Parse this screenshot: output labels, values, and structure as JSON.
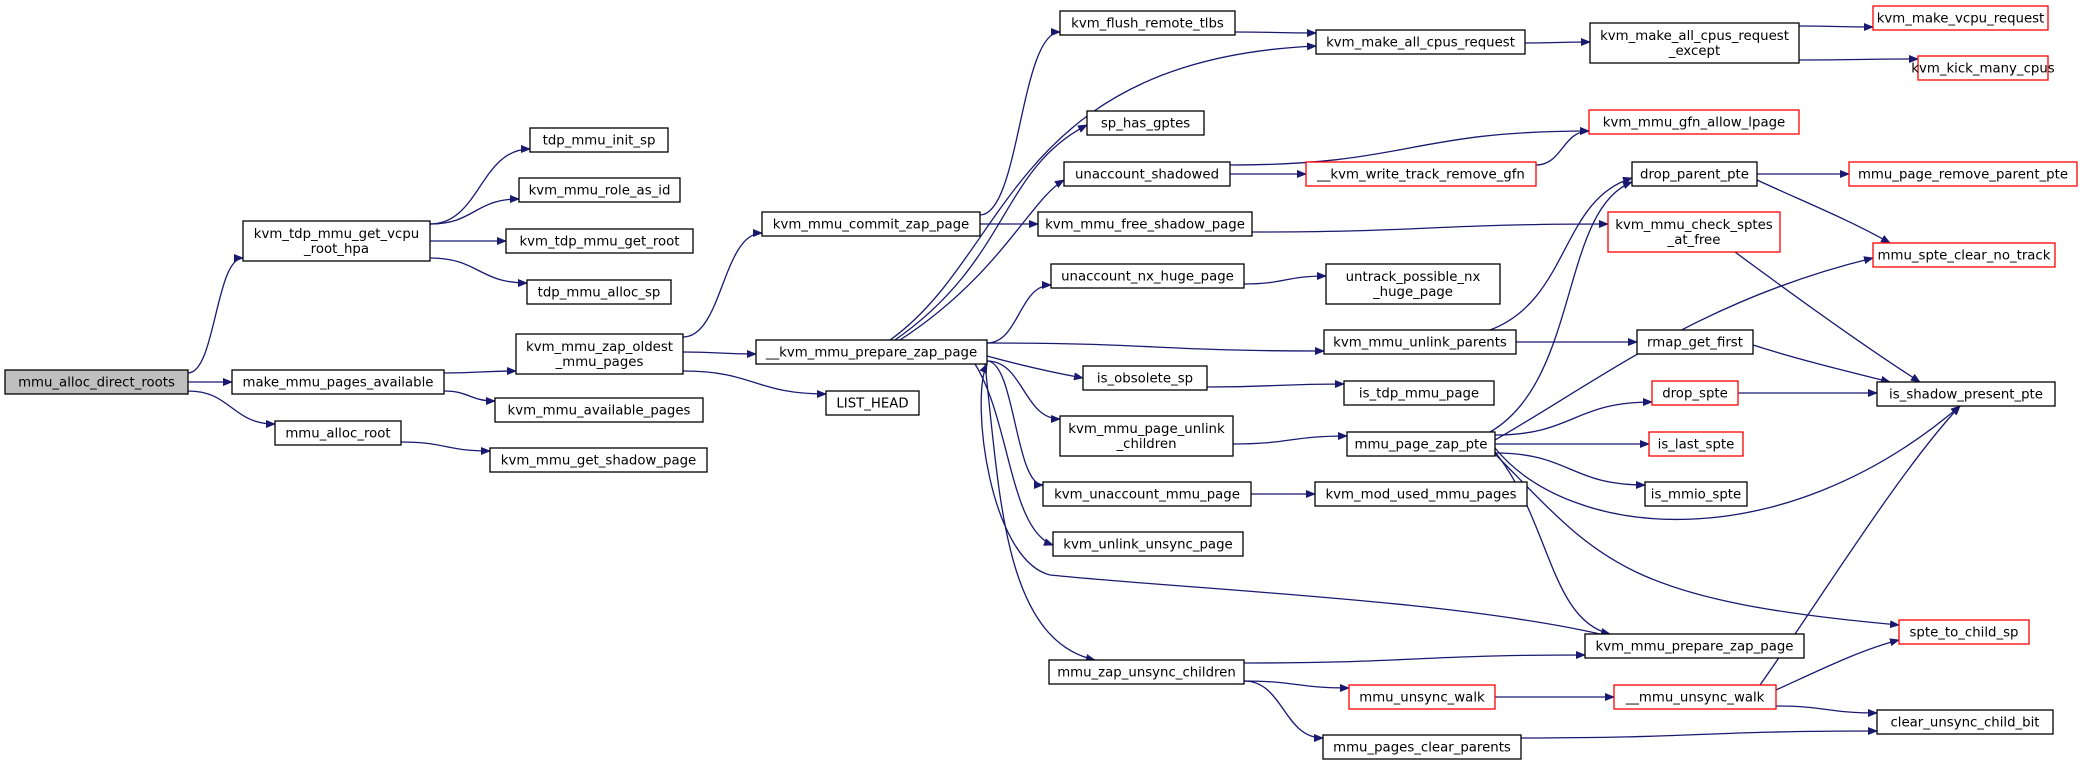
{
  "colors": {
    "edge": "#191970",
    "border_default": "#000000",
    "border_external": "#ff0000",
    "root_fill": "#bfbfbf",
    "background": "#ffffff"
  },
  "nodes": [
    {
      "id": "mmu_alloc_direct_roots",
      "lines": [
        "mmu_alloc_direct_roots"
      ],
      "root": true
    },
    {
      "id": "kvm_tdp_mmu_get_vcpu_root_hpa",
      "lines": [
        "kvm_tdp_mmu_get_vcpu",
        "_root_hpa"
      ]
    },
    {
      "id": "make_mmu_pages_available",
      "lines": [
        "make_mmu_pages_available"
      ]
    },
    {
      "id": "mmu_alloc_root",
      "lines": [
        "mmu_alloc_root"
      ]
    },
    {
      "id": "tdp_mmu_init_sp",
      "lines": [
        "tdp_mmu_init_sp"
      ]
    },
    {
      "id": "kvm_mmu_role_as_id",
      "lines": [
        "kvm_mmu_role_as_id"
      ]
    },
    {
      "id": "kvm_tdp_mmu_get_root",
      "lines": [
        "kvm_tdp_mmu_get_root"
      ]
    },
    {
      "id": "tdp_mmu_alloc_sp",
      "lines": [
        "tdp_mmu_alloc_sp"
      ]
    },
    {
      "id": "kvm_mmu_zap_oldest_mmu_pages",
      "lines": [
        "kvm_mmu_zap_oldest",
        "_mmu_pages"
      ]
    },
    {
      "id": "kvm_mmu_available_pages",
      "lines": [
        "kvm_mmu_available_pages"
      ]
    },
    {
      "id": "kvm_mmu_get_shadow_page",
      "lines": [
        "kvm_mmu_get_shadow_page"
      ]
    },
    {
      "id": "kvm_mmu_commit_zap_page",
      "lines": [
        "kvm_mmu_commit_zap_page"
      ]
    },
    {
      "id": "__kvm_mmu_prepare_zap_page",
      "lines": [
        "__kvm_mmu_prepare_zap_page"
      ]
    },
    {
      "id": "LIST_HEAD",
      "lines": [
        "LIST_HEAD"
      ]
    },
    {
      "id": "kvm_flush_remote_tlbs",
      "lines": [
        "kvm_flush_remote_tlbs"
      ]
    },
    {
      "id": "sp_has_gptes",
      "lines": [
        "sp_has_gptes"
      ]
    },
    {
      "id": "unaccount_shadowed",
      "lines": [
        "unaccount_shadowed"
      ]
    },
    {
      "id": "kvm_mmu_free_shadow_page",
      "lines": [
        "kvm_mmu_free_shadow_page"
      ]
    },
    {
      "id": "unaccount_nx_huge_page",
      "lines": [
        "unaccount_nx_huge_page"
      ]
    },
    {
      "id": "is_obsolete_sp",
      "lines": [
        "is_obsolete_sp"
      ]
    },
    {
      "id": "kvm_mmu_page_unlink_children",
      "lines": [
        "kvm_mmu_page_unlink",
        "_children"
      ]
    },
    {
      "id": "kvm_unaccount_mmu_page",
      "lines": [
        "kvm_unaccount_mmu_page"
      ]
    },
    {
      "id": "kvm_unlink_unsync_page",
      "lines": [
        "kvm_unlink_unsync_page"
      ]
    },
    {
      "id": "mmu_zap_unsync_children",
      "lines": [
        "mmu_zap_unsync_children"
      ]
    },
    {
      "id": "kvm_make_all_cpus_request",
      "lines": [
        "kvm_make_all_cpus_request"
      ]
    },
    {
      "id": "__kvm_write_track_remove_gfn",
      "lines": [
        "__kvm_write_track_remove_gfn"
      ],
      "external": true
    },
    {
      "id": "untrack_possible_nx_huge_page",
      "lines": [
        "untrack_possible_nx",
        "_huge_page"
      ]
    },
    {
      "id": "kvm_mmu_unlink_parents",
      "lines": [
        "kvm_mmu_unlink_parents"
      ]
    },
    {
      "id": "is_tdp_mmu_page",
      "lines": [
        "is_tdp_mmu_page"
      ]
    },
    {
      "id": "mmu_page_zap_pte",
      "lines": [
        "mmu_page_zap_pte"
      ]
    },
    {
      "id": "kvm_mod_used_mmu_pages",
      "lines": [
        "kvm_mod_used_mmu_pages"
      ]
    },
    {
      "id": "mmu_unsync_walk",
      "lines": [
        "mmu_unsync_walk"
      ],
      "external": true
    },
    {
      "id": "mmu_pages_clear_parents",
      "lines": [
        "mmu_pages_clear_parents"
      ]
    },
    {
      "id": "kvm_make_all_cpus_request_except",
      "lines": [
        "kvm_make_all_cpus_request",
        "_except"
      ]
    },
    {
      "id": "kvm_mmu_gfn_allow_lpage",
      "lines": [
        "kvm_mmu_gfn_allow_lpage"
      ],
      "external": true
    },
    {
      "id": "drop_parent_pte",
      "lines": [
        "drop_parent_pte"
      ]
    },
    {
      "id": "kvm_mmu_check_sptes_at_free",
      "lines": [
        "kvm_mmu_check_sptes",
        "_at_free"
      ],
      "external": true
    },
    {
      "id": "rmap_get_first",
      "lines": [
        "rmap_get_first"
      ]
    },
    {
      "id": "drop_spte",
      "lines": [
        "drop_spte"
      ],
      "external": true
    },
    {
      "id": "is_last_spte",
      "lines": [
        "is_last_spte"
      ],
      "external": true
    },
    {
      "id": "is_mmio_spte",
      "lines": [
        "is_mmio_spte"
      ]
    },
    {
      "id": "kvm_mmu_prepare_zap_page",
      "lines": [
        "kvm_mmu_prepare_zap_page"
      ]
    },
    {
      "id": "__mmu_unsync_walk",
      "lines": [
        "__mmu_unsync_walk"
      ],
      "external": true
    },
    {
      "id": "kvm_make_vcpu_request",
      "lines": [
        "kvm_make_vcpu_request"
      ],
      "external": true
    },
    {
      "id": "kvm_kick_many_cpus",
      "lines": [
        "kvm_kick_many_cpus"
      ],
      "external": true
    },
    {
      "id": "mmu_page_remove_parent_pte",
      "lines": [
        "mmu_page_remove_parent_pte"
      ],
      "external": true
    },
    {
      "id": "mmu_spte_clear_no_track",
      "lines": [
        "mmu_spte_clear_no_track"
      ],
      "external": true
    },
    {
      "id": "is_shadow_present_pte",
      "lines": [
        "is_shadow_present_pte"
      ]
    },
    {
      "id": "spte_to_child_sp",
      "lines": [
        "spte_to_child_sp"
      ],
      "external": true
    },
    {
      "id": "clear_unsync_child_bit",
      "lines": [
        "clear_unsync_child_bit"
      ]
    }
  ],
  "edges": [
    {
      "from": "mmu_alloc_direct_roots",
      "to": "kvm_tdp_mmu_get_vcpu_root_hpa"
    },
    {
      "from": "mmu_alloc_direct_roots",
      "to": "make_mmu_pages_available"
    },
    {
      "from": "mmu_alloc_direct_roots",
      "to": "mmu_alloc_root"
    },
    {
      "from": "kvm_tdp_mmu_get_vcpu_root_hpa",
      "to": "tdp_mmu_init_sp"
    },
    {
      "from": "kvm_tdp_mmu_get_vcpu_root_hpa",
      "to": "kvm_mmu_role_as_id"
    },
    {
      "from": "kvm_tdp_mmu_get_vcpu_root_hpa",
      "to": "kvm_tdp_mmu_get_root"
    },
    {
      "from": "kvm_tdp_mmu_get_vcpu_root_hpa",
      "to": "tdp_mmu_alloc_sp"
    },
    {
      "from": "make_mmu_pages_available",
      "to": "kvm_mmu_zap_oldest_mmu_pages"
    },
    {
      "from": "make_mmu_pages_available",
      "to": "kvm_mmu_available_pages"
    },
    {
      "from": "mmu_alloc_root",
      "to": "kvm_mmu_get_shadow_page"
    },
    {
      "from": "kvm_mmu_zap_oldest_mmu_pages",
      "to": "kvm_mmu_commit_zap_page"
    },
    {
      "from": "kvm_mmu_zap_oldest_mmu_pages",
      "to": "__kvm_mmu_prepare_zap_page"
    },
    {
      "from": "kvm_mmu_zap_oldest_mmu_pages",
      "to": "LIST_HEAD"
    },
    {
      "from": "kvm_mmu_commit_zap_page",
      "to": "kvm_flush_remote_tlbs"
    },
    {
      "from": "kvm_mmu_commit_zap_page",
      "to": "kvm_mmu_free_shadow_page"
    },
    {
      "from": "__kvm_mmu_prepare_zap_page",
      "to": "kvm_make_all_cpus_request"
    },
    {
      "from": "__kvm_mmu_prepare_zap_page",
      "to": "sp_has_gptes"
    },
    {
      "from": "__kvm_mmu_prepare_zap_page",
      "to": "unaccount_shadowed"
    },
    {
      "from": "__kvm_mmu_prepare_zap_page",
      "to": "unaccount_nx_huge_page"
    },
    {
      "from": "__kvm_mmu_prepare_zap_page",
      "to": "kvm_mmu_unlink_parents"
    },
    {
      "from": "__kvm_mmu_prepare_zap_page",
      "to": "is_obsolete_sp"
    },
    {
      "from": "__kvm_mmu_prepare_zap_page",
      "to": "kvm_mmu_page_unlink_children"
    },
    {
      "from": "__kvm_mmu_prepare_zap_page",
      "to": "kvm_unaccount_mmu_page"
    },
    {
      "from": "__kvm_mmu_prepare_zap_page",
      "to": "kvm_unlink_unsync_page"
    },
    {
      "from": "__kvm_mmu_prepare_zap_page",
      "to": "mmu_zap_unsync_children"
    },
    {
      "from": "kvm_flush_remote_tlbs",
      "to": "kvm_make_all_cpus_request"
    },
    {
      "from": "kvm_make_all_cpus_request",
      "to": "kvm_make_all_cpus_request_except"
    },
    {
      "from": "kvm_make_all_cpus_request_except",
      "to": "kvm_make_vcpu_request"
    },
    {
      "from": "kvm_make_all_cpus_request_except",
      "to": "kvm_kick_many_cpus"
    },
    {
      "from": "unaccount_shadowed",
      "to": "kvm_mmu_gfn_allow_lpage"
    },
    {
      "from": "unaccount_shadowed",
      "to": "__kvm_write_track_remove_gfn"
    },
    {
      "from": "__kvm_write_track_remove_gfn",
      "to": "kvm_mmu_gfn_allow_lpage"
    },
    {
      "from": "kvm_mmu_free_shadow_page",
      "to": "kvm_mmu_check_sptes_at_free"
    },
    {
      "from": "kvm_mmu_check_sptes_at_free",
      "to": "is_shadow_present_pte"
    },
    {
      "from": "unaccount_nx_huge_page",
      "to": "untrack_possible_nx_huge_page"
    },
    {
      "from": "kvm_mmu_unlink_parents",
      "to": "drop_parent_pte"
    },
    {
      "from": "kvm_mmu_unlink_parents",
      "to": "rmap_get_first"
    },
    {
      "from": "rmap_get_first",
      "to": "is_shadow_present_pte"
    },
    {
      "from": "drop_parent_pte",
      "to": "mmu_page_remove_parent_pte"
    },
    {
      "from": "drop_parent_pte",
      "to": "mmu_spte_clear_no_track"
    },
    {
      "from": "is_obsolete_sp",
      "to": "is_tdp_mmu_page"
    },
    {
      "from": "kvm_mmu_page_unlink_children",
      "to": "mmu_page_zap_pte"
    },
    {
      "from": "mmu_page_zap_pte",
      "to": "drop_parent_pte"
    },
    {
      "from": "mmu_page_zap_pte",
      "to": "mmu_spte_clear_no_track"
    },
    {
      "from": "mmu_page_zap_pte",
      "to": "drop_spte"
    },
    {
      "from": "mmu_page_zap_pte",
      "to": "is_last_spte"
    },
    {
      "from": "mmu_page_zap_pte",
      "to": "is_mmio_spte"
    },
    {
      "from": "mmu_page_zap_pte",
      "to": "is_shadow_present_pte"
    },
    {
      "from": "mmu_page_zap_pte",
      "to": "kvm_mmu_prepare_zap_page"
    },
    {
      "from": "mmu_page_zap_pte",
      "to": "spte_to_child_sp"
    },
    {
      "from": "drop_spte",
      "to": "is_shadow_present_pte"
    },
    {
      "from": "kvm_unaccount_mmu_page",
      "to": "kvm_mod_used_mmu_pages"
    },
    {
      "from": "kvm_mmu_prepare_zap_page",
      "to": "__kvm_mmu_prepare_zap_page"
    },
    {
      "from": "mmu_zap_unsync_children",
      "to": "kvm_mmu_prepare_zap_page"
    },
    {
      "from": "mmu_zap_unsync_children",
      "to": "mmu_unsync_walk"
    },
    {
      "from": "mmu_zap_unsync_children",
      "to": "mmu_pages_clear_parents"
    },
    {
      "from": "mmu_unsync_walk",
      "to": "__mmu_unsync_walk"
    },
    {
      "from": "__mmu_unsync_walk",
      "to": "is_shadow_present_pte"
    },
    {
      "from": "__mmu_unsync_walk",
      "to": "spte_to_child_sp"
    },
    {
      "from": "__mmu_unsync_walk",
      "to": "clear_unsync_child_bit"
    },
    {
      "from": "mmu_pages_clear_parents",
      "to": "clear_unsync_child_bit"
    }
  ]
}
